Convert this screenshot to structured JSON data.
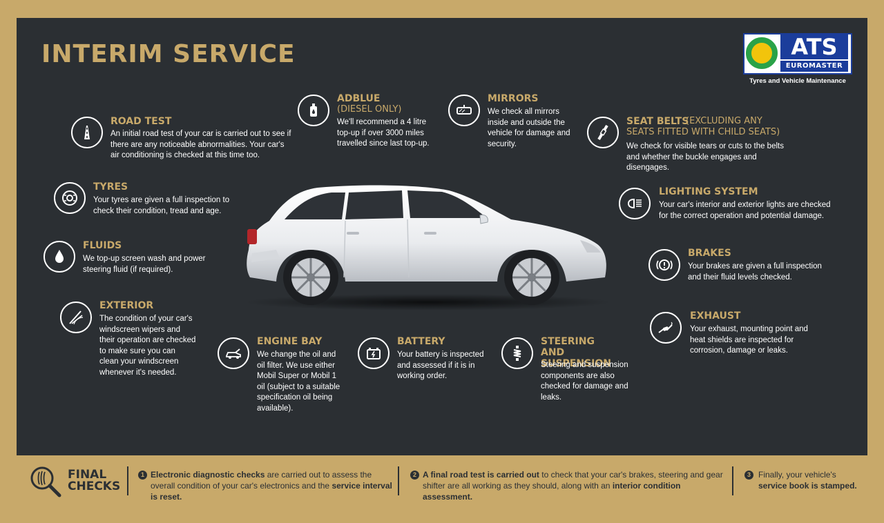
{
  "page": {
    "title": "INTERIM SERVICE"
  },
  "logo": {
    "brand": "ATS",
    "sub": "EUROMASTER",
    "tagline": "Tyres and Vehicle Maintenance"
  },
  "colors": {
    "gold": "#c8a96a",
    "board": "#2b2f33",
    "text": "#ffffff",
    "brand_blue": "#1b3d9b"
  },
  "items": {
    "road_test": {
      "icon": "road-icon",
      "title": "ROAD TEST",
      "desc": "An initial road test of your car is carried out to see if there are any noticeable abnormalities. Your car's air conditioning is checked at this time too."
    },
    "tyres": {
      "icon": "tyre-icon",
      "title": "TYRES",
      "desc": "Your tyres are given a full inspection to check their condition, tread and age."
    },
    "fluids": {
      "icon": "drop-icon",
      "title": "FLUIDS",
      "desc": "We top-up screen wash and power steering fluid (if required)."
    },
    "exterior": {
      "icon": "wiper-icon",
      "title": "EXTERIOR",
      "desc": "The condition of your car's windscreen wipers and their operation are checked to make sure you can clean your windscreen whenever it's needed."
    },
    "adblue": {
      "icon": "adblue-bottle-icon",
      "title": "ADBLUE",
      "subtitle": "(DIESEL ONLY)",
      "desc": "We'll recommend a 4 litre top-up if over 3000 miles travelled since last top-up."
    },
    "mirrors": {
      "icon": "mirror-icon",
      "title": "MIRRORS",
      "desc": "We check all mirrors inside and outside the vehicle for damage and security."
    },
    "seat_belts": {
      "icon": "seatbelt-icon",
      "title": "SEAT BELTS",
      "subtitle": "(EXCLUDING ANY SEATS FITTED WITH CHILD SEATS)",
      "desc": "We check for visible tears or cuts to the belts and whether the buckle engages and disengages."
    },
    "lighting": {
      "icon": "headlight-icon",
      "title": "LIGHTING SYSTEM",
      "desc": "Your car's interior and exterior lights are checked for the correct operation and potential damage."
    },
    "brakes": {
      "icon": "brake-warning-icon",
      "title": "BRAKES",
      "desc": "Your brakes are given a full inspection and their fluid levels checked."
    },
    "exhaust": {
      "icon": "exhaust-icon",
      "title": "EXHAUST",
      "desc": "Your exhaust, mounting point and heat shields are inspected for corrosion, damage or leaks."
    },
    "engine_bay": {
      "icon": "open-bonnet-icon",
      "title": "ENGINE BAY",
      "desc": "We change the oil and oil filter. We use either Mobil Super or Mobil 1 oil (subject to a suitable specification oil being available)."
    },
    "battery": {
      "icon": "battery-icon",
      "title": "BATTERY",
      "desc": "Your battery is inspected and assessed if it is in working order."
    },
    "steering": {
      "icon": "suspension-spring-icon",
      "title": "STEERING AND SUSPENSION",
      "desc": "Steering and suspension components are also checked for damage and leaks."
    }
  },
  "final_checks": {
    "title_line1": "FINAL",
    "title_line2": "CHECKS",
    "checks": [
      {
        "num": "1",
        "bold1": "Electronic diagnostic checks",
        "text1": " are carried out to assess the overall condition of your car's electronics and the ",
        "bold2": "service interval is reset."
      },
      {
        "num": "2",
        "bold1": "A final road test is carried out",
        "text1": " to check that your car's brakes, steering and gear shifter are all working as they should, along with an ",
        "bold2": "interior condition assessment."
      },
      {
        "num": "3",
        "bold1": "",
        "text1": "Finally, your vehicle's ",
        "bold2": "service book is stamped."
      }
    ]
  }
}
